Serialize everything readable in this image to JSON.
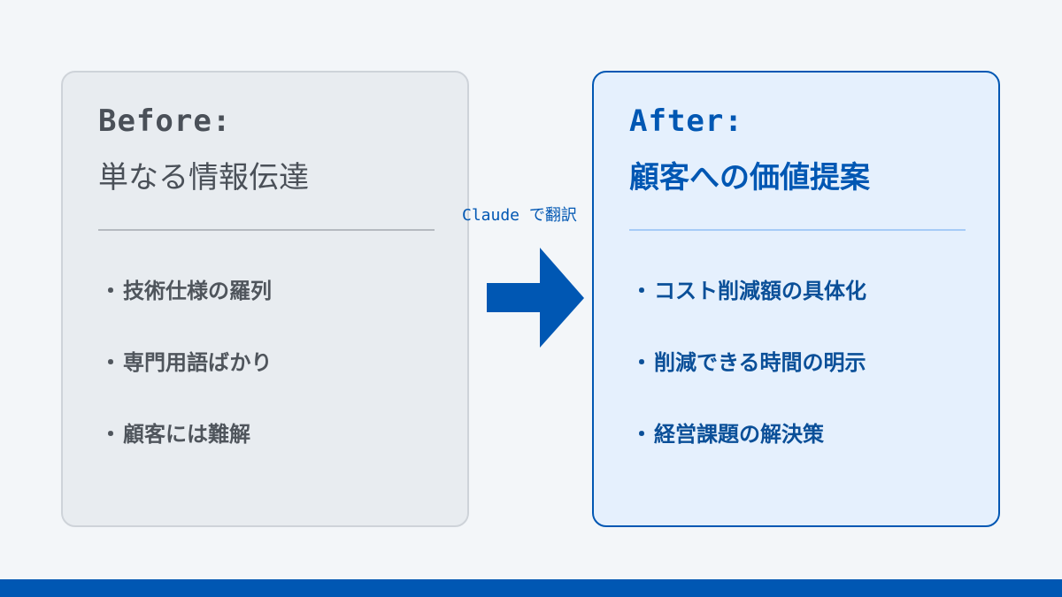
{
  "before": {
    "label": "Before:",
    "heading": "単なる情報伝達",
    "items": [
      {
        "bullet": "・",
        "text": "技術仕様の羅列"
      },
      {
        "bullet": "・",
        "text": "専門用語ばかり"
      },
      {
        "bullet": "・",
        "text": "顧客には難解"
      }
    ]
  },
  "transition": {
    "label": "Claude で翻訳",
    "icon": "arrow-right-icon"
  },
  "after": {
    "label": "After:",
    "heading": "顧客への価値提案",
    "items": [
      {
        "bullet": "・",
        "text": "コスト削減額の具体化"
      },
      {
        "bullet": "・",
        "text": "削減できる時間の明示"
      },
      {
        "bullet": "・",
        "text": "経営課題の解決策"
      }
    ]
  },
  "colors": {
    "background": "#f3f6f9",
    "accent": "#0057b3",
    "before_card_bg": "#e8ecf0",
    "before_card_border": "#ced3d9",
    "before_text": "#4a5058",
    "after_card_bg": "#e5f0fd",
    "after_text": "#0a4f98",
    "after_divider": "#a6cbf7"
  }
}
